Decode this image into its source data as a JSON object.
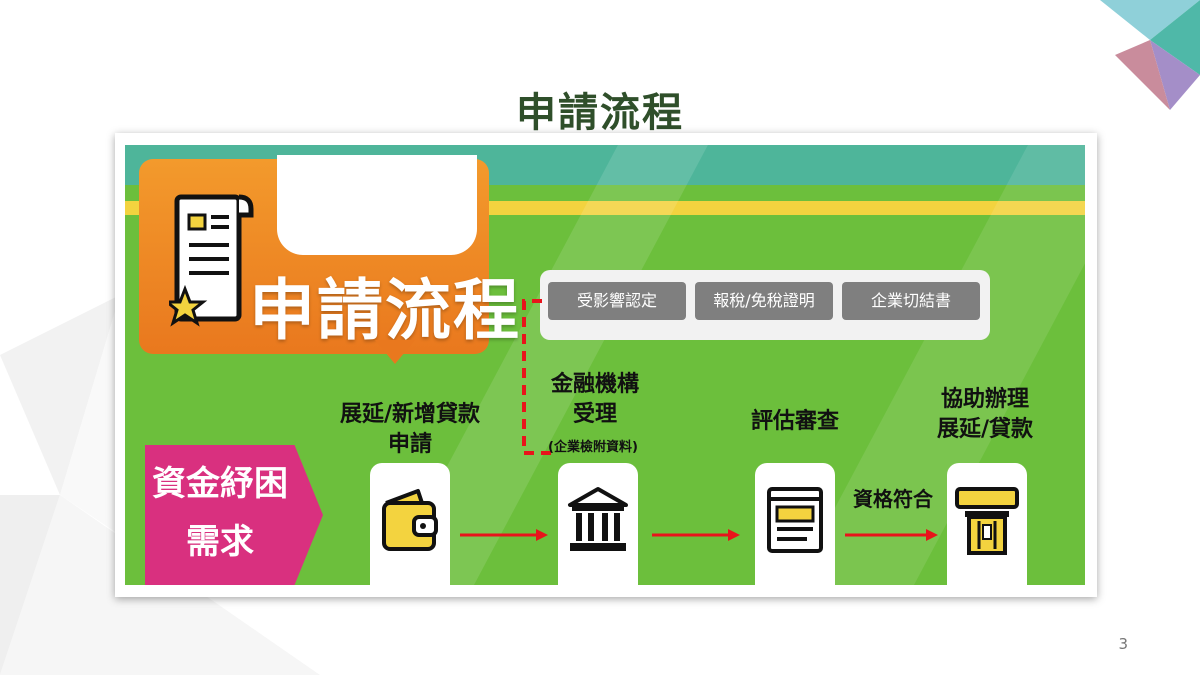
{
  "slide": {
    "title": "申請流程",
    "page_number": "3"
  },
  "diagram": {
    "title": "申請流程",
    "documents": [
      "受影響認定",
      "報稅/免稅證明",
      "企業切結書"
    ],
    "need": {
      "line1": "資金紓困",
      "line2": "需求"
    },
    "steps": [
      {
        "line1": "展延/新增貸款",
        "line2": "申請",
        "icon": "wallet-icon"
      },
      {
        "line1": "金融機構",
        "line2": "受理",
        "note": "(企業檢附資料)",
        "icon": "bank-icon"
      },
      {
        "line1": "評估審查",
        "icon": "document-review-icon"
      },
      {
        "line1": "協助辦理",
        "line2": "展延/貸款",
        "icon": "card-payment-icon"
      }
    ],
    "qualify_label": "資格符合",
    "colors": {
      "green": "#6cbf3c",
      "teal": "#4eb59a",
      "yellow": "#f3d33f",
      "orange": "#ee8525",
      "magenta": "#d9307f",
      "gray": "#7f7f7f",
      "arrow": "#e8141b"
    }
  }
}
